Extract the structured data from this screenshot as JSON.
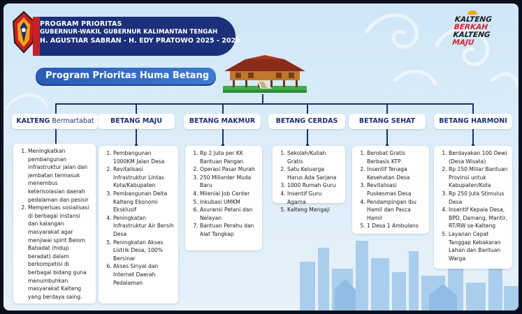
{
  "header": {
    "line1": "PROGRAM PRIORITAS",
    "line2": "GUBERNUR-WAKIL GUBERNUR KALIMANTAN TENGAH",
    "line3": "H. AGUSTIAR SABRAN - H. EDY PRATOWO 2025 - 2029"
  },
  "slogan": {
    "line1_a": "KALTENG ",
    "line1_b": "BERKAH",
    "line2_a": "KALTENG ",
    "line2_b": "MAJU"
  },
  "program_title": "Program Prioritas Huma Betang",
  "colors": {
    "navy": "#1c2f7a",
    "red": "#c71f28",
    "sky": "#cfe6f7",
    "banner_blue": "#2a5bb6"
  },
  "categories": [
    {
      "title_bold": "KALTENG",
      "title_rest": " Bermartabat",
      "items": [
        "Meningkatkan pembangunan infrastruktur jalan dan jembatan termasuk menembus keterisolasian daerah pedalaman dan pesisir",
        "Memperluas sosialisasi di berbagai instansi dan kalangan masyarakat agar menjiwai spirit Belom Bahadat (hidup beradat) dalam berkompetisi di berbagai bidang guna menumbuhkan masyarakat Kalteng yang berdaya saing."
      ]
    },
    {
      "title_bold": "BETANG MAJU",
      "title_rest": "",
      "items": [
        "Pembangunan 1000KM Jalan Desa",
        "Revitalisasi Infrastruktur Lintas Kota/Kabupaten",
        "Pembangunan Delta Kalteng Ekonomi Eksklusif",
        "Peningkatan Infrastruktur Air Bersih Desa",
        "Peningkatan Akses Listrik Desa, 100% Bersinar",
        "Akses Sinyal dan Internet Daerah Pedalaman"
      ]
    },
    {
      "title_bold": "BETANG  MAKMUR",
      "title_rest": "",
      "items": [
        "Rp 2 Juta per KK Bantuan Pangan",
        "Operasi Pasar Murah",
        "250 Miliarder Muda Baru",
        "Milenial Job Center",
        "Inkubasi UMKM",
        "Asuransi Petani dan Nelayan",
        "Bantuan Perahu dan Alat Tangkap"
      ]
    },
    {
      "title_bold": "BETANG CERDAS",
      "title_rest": "",
      "items": [
        "Sekolah/Kuliah Gratis",
        "Satu Keluarga Harus Ada Sarjana",
        "1000 Rumah Guru",
        "Insentif Guru Agama",
        "Kalteng Mengaji"
      ]
    },
    {
      "title_bold": "BETANG SEHAT",
      "title_rest": "",
      "items": [
        "Berobat Gratis Berbasis KTP",
        "Insentif Tenaga Kesehatan Desa",
        "Revitalisasi Puskesmas Desa",
        "Pendampingan Ibu Hamil dan Pasca Hamil",
        "1 Desa 1 Ambulans"
      ]
    },
    {
      "title_bold": "BETANG HARMONI",
      "title_rest": "",
      "items": [
        "Berdayakan 100 Dewi (Desa Wisata)",
        "Rp 150 Miliar Bantuan Provinsi untuk Kabupaten/Kota",
        "Rp 250 Juta Stimulus Desa",
        "Insentif Kepala Desa, BPD, Damang, Mantir, RT/RW se-Kalteng",
        "Layanan Cepat Tanggap Kebakaran Lahan dan Bantuan Warga"
      ]
    }
  ]
}
